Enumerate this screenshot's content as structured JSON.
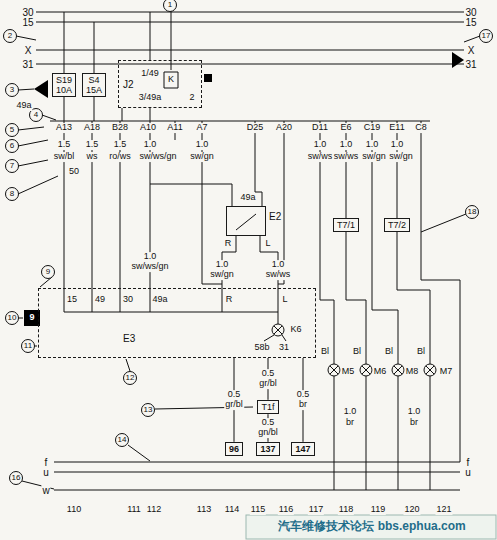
{
  "diagram": {
    "nodes": [
      {
        "text": [
          "S19",
          "10A"
        ]
      },
      {
        "text": [
          "S4",
          "15A"
        ]
      },
      {
        "text": [
          "J2"
        ]
      },
      {
        "text": [
          "E2"
        ]
      },
      {
        "text": [
          "T7/1"
        ]
      },
      {
        "text": [
          "T7/2"
        ]
      },
      {
        "text": [
          "E3"
        ]
      },
      {
        "text": [
          "T1f"
        ]
      },
      {
        "text": [
          "96"
        ]
      },
      {
        "text": [
          "137"
        ]
      },
      {
        "text": [
          "147"
        ]
      }
    ],
    "edges": [
      {
        "from": 3,
        "to": 6,
        "label": "1.0 sw/gn",
        "arrow": "none"
      },
      {
        "from": 3,
        "to": 6,
        "label": "1.0 sw/ws",
        "arrow": "none"
      },
      {
        "from": 6,
        "to": 8,
        "label": "0.5 gr/bl",
        "arrow": "none"
      },
      {
        "from": 6,
        "to": 7,
        "label": "0.5 gr/bl",
        "arrow": "none"
      },
      {
        "from": 7,
        "to": 9,
        "label": "0.5 gn/bl",
        "arrow": "none"
      },
      {
        "from": 6,
        "to": 10,
        "label": "0.5 br",
        "arrow": "none"
      }
    ],
    "labels": [
      "30",
      "15",
      "X",
      "31",
      "30",
      "15",
      "X",
      "31",
      "1",
      "2",
      "3",
      "17",
      "49a",
      "1/49",
      "K",
      "2",
      "3/49a",
      "4",
      "A13",
      "A18",
      "B28",
      "A10",
      "A11",
      "A7",
      "D25",
      "A20",
      "D11",
      "E6",
      "C19",
      "E11",
      "C8",
      "5",
      "6",
      "7",
      "8",
      "1.5",
      "sw/bl",
      "1.5",
      "ws",
      "1.5",
      "ro/ws",
      "1.0",
      "sw/ws/gn",
      "1.0",
      "sw/gn",
      "50",
      "1.0",
      "1.0",
      "1.0",
      "1.0",
      "sw/ws",
      "sw/ws",
      "sw/gn",
      "sw/gn",
      "18",
      "49a",
      "R",
      "L",
      "1.0 sw/ws/gn",
      "15",
      "49",
      "30",
      "49a",
      "R",
      "L",
      "K6",
      "58b",
      "31",
      "9",
      "10",
      "9",
      "11",
      "12",
      "13",
      "14",
      "16",
      "f",
      "u",
      "w",
      "f",
      "u",
      "110",
      "111",
      "112",
      "113",
      "114",
      "115",
      "116",
      "117",
      "118",
      "119",
      "120",
      "121",
      "Bl",
      "Bl",
      "Bl",
      "Bl",
      "M5",
      "M6",
      "M8",
      "M7",
      "1.0",
      "br",
      "1.0",
      "br",
      "汽车维修技术论坛 bbs.ephua.com"
    ]
  }
}
